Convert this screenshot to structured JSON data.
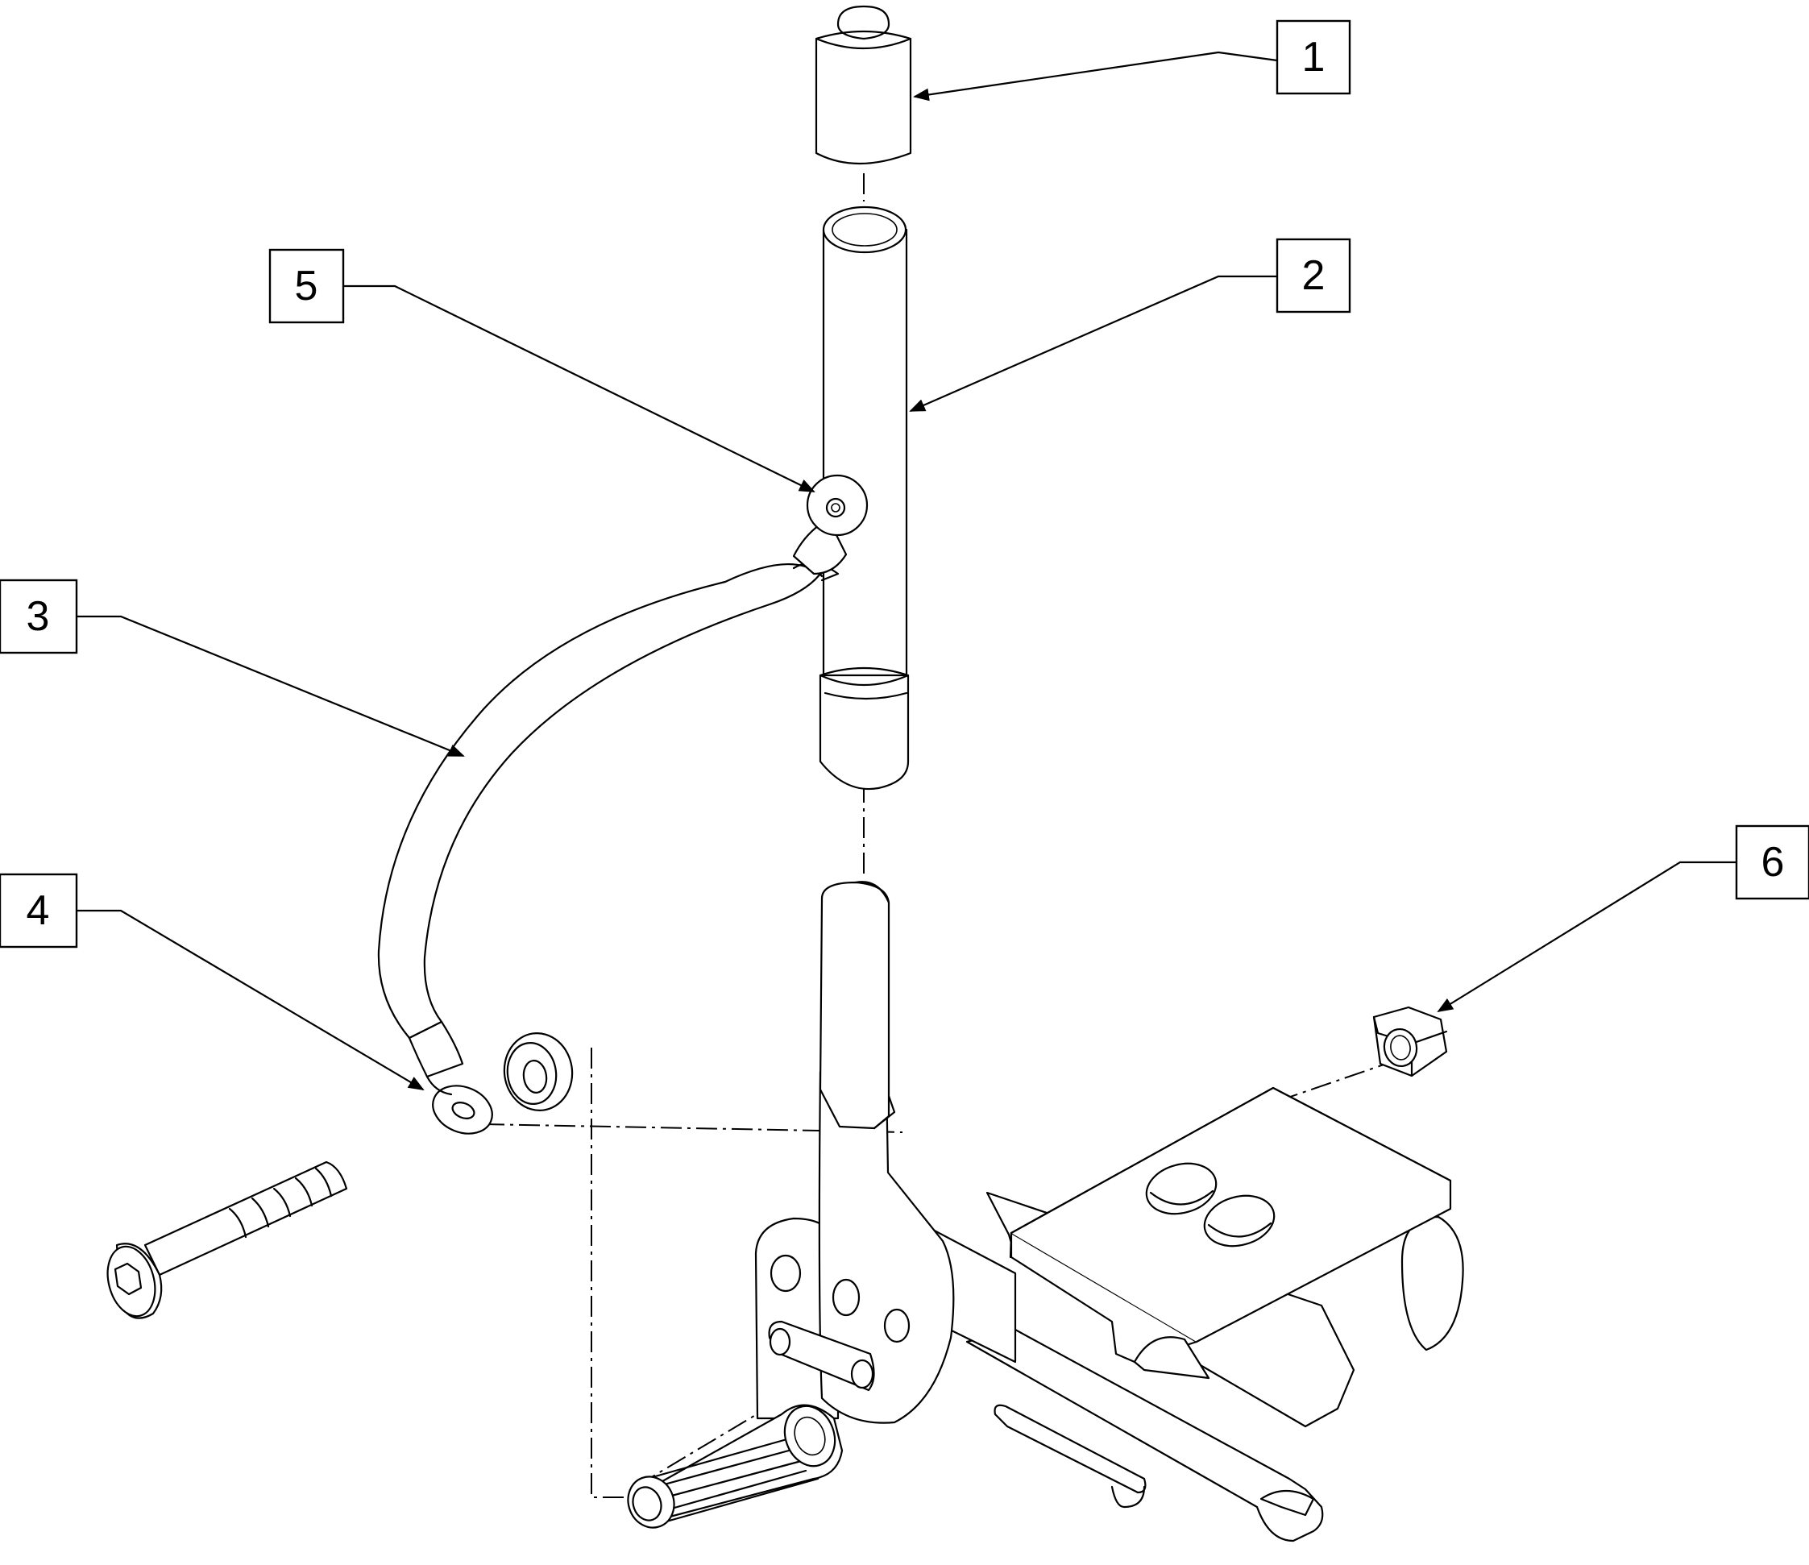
{
  "callouts": [
    {
      "number": "1",
      "part": "cap"
    },
    {
      "number": "2",
      "part": "upright-tube"
    },
    {
      "number": "3",
      "part": "curved-strut"
    },
    {
      "number": "4",
      "part": "strut-lower-eyelet"
    },
    {
      "number": "5",
      "part": "strut-upper-eyelet"
    },
    {
      "number": "6",
      "part": "hex-nut"
    }
  ],
  "colors": {
    "line": "#000000",
    "background": "#ffffff"
  }
}
